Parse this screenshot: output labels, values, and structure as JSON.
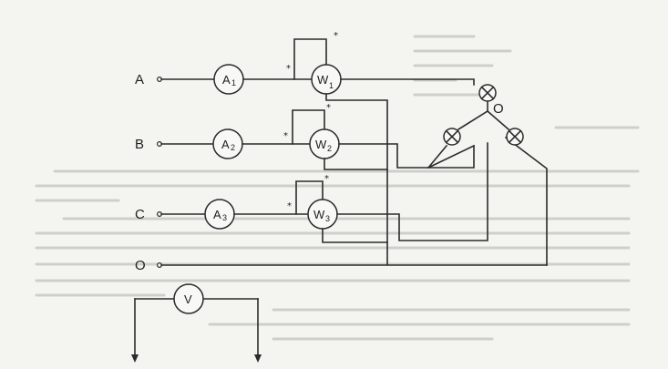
{
  "figure": {
    "phases": [
      {
        "id": "A",
        "label": "A",
        "ammeter": "A",
        "ammeter_sub": "1",
        "wattmeter": "W",
        "wattmeter_sub": "1"
      },
      {
        "id": "B",
        "label": "B",
        "ammeter": "A",
        "ammeter_sub": "2",
        "wattmeter": "W",
        "wattmeter_sub": "2"
      },
      {
        "id": "C",
        "label": "C",
        "ammeter": "A",
        "ammeter_sub": "3",
        "wattmeter": "W",
        "wattmeter_sub": "3"
      }
    ],
    "neutral_label": "O",
    "star_point_label": "O",
    "voltmeter_label": "V",
    "coil_mark": "*"
  },
  "colors": {
    "ink": "#2b2b2b",
    "paper": "#f4f4f1",
    "faded_text": "#cfcfca"
  }
}
